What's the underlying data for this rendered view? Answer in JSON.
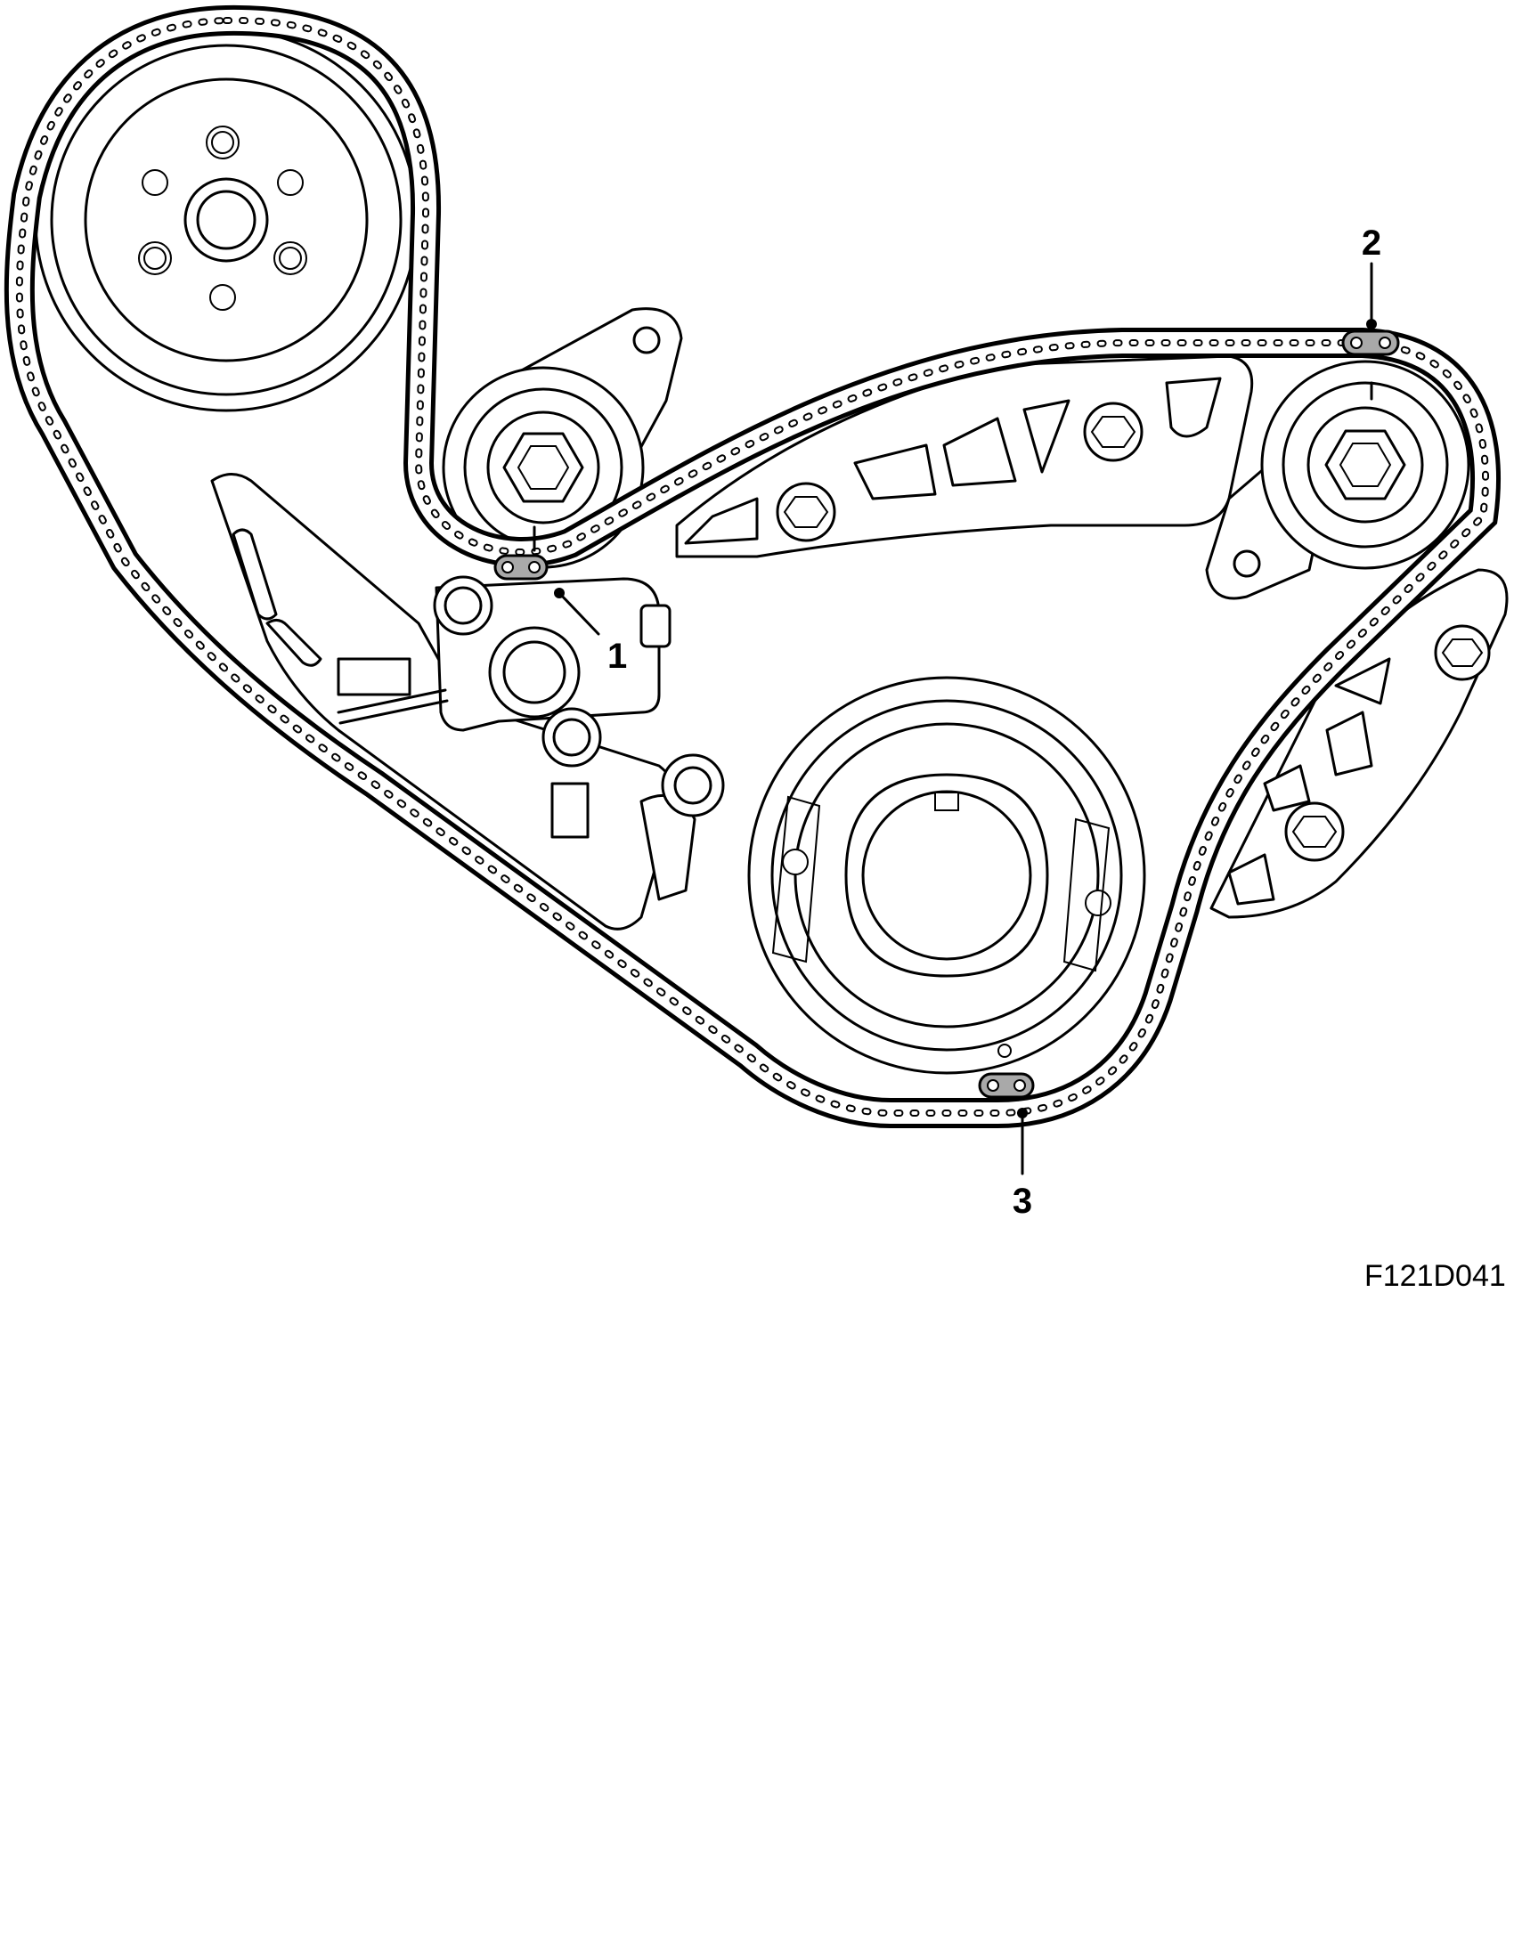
{
  "figure_code": "F121D041",
  "callouts": [
    {
      "id": "tensioner",
      "label": "1"
    },
    {
      "id": "exhaust-camshaft-mark",
      "label": "2"
    },
    {
      "id": "crankshaft-mark",
      "label": "3"
    }
  ],
  "colors": {
    "line": "#000000",
    "background": "#ffffff",
    "marked_link": "#a9a9a9"
  }
}
